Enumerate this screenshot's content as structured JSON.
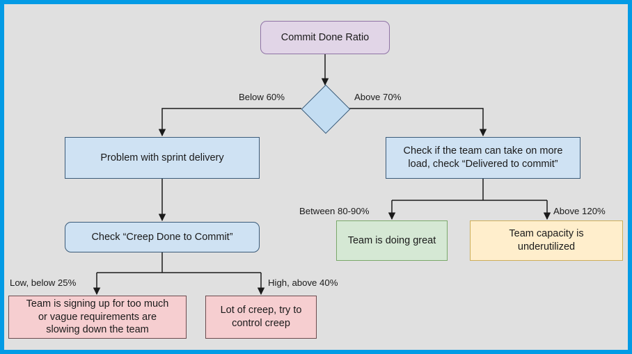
{
  "diagram": {
    "title": "Commit Done Ratio decision flowchart",
    "frame_color": "#039be5",
    "canvas_color": "#e0e0e0",
    "nodes": {
      "root": {
        "label": "Commit Done Ratio",
        "fill": "#e1d5e7",
        "stroke": "#8f73a5"
      },
      "decision": {
        "label": "",
        "fill": "#c3ddf2",
        "stroke": "#3a5a78"
      },
      "problem_delivery": {
        "label": "Problem with sprint delivery",
        "fill": "#cfe2f3",
        "stroke": "#3a5a78"
      },
      "check_more_load": {
        "line1": "Check if the team can take on more",
        "line2": "load, check “Delivered to commit”",
        "fill": "#cfe2f3",
        "stroke": "#3a5a78"
      },
      "check_creep": {
        "label": "Check “Creep Done to Commit”",
        "fill": "#cfe2f3",
        "stroke": "#3a5a78"
      },
      "doing_great": {
        "label": "Team is doing great",
        "fill": "#d5e8d4",
        "stroke": "#7aa86a"
      },
      "underutilized": {
        "line1": "Team capacity is",
        "line2": "underutilized",
        "fill": "#ffeecc",
        "stroke": "#cdae5a"
      },
      "signing_up_too_much": {
        "line1": "Team is signing up for too much",
        "line2": "or vague requirements are",
        "line3": "slowing down the team",
        "fill": "#f6ced0",
        "stroke": "#6b4a4d"
      },
      "control_creep": {
        "line1": "Lot of creep, try to",
        "line2": "control creep",
        "fill": "#f6ced0",
        "stroke": "#6b4a4d"
      }
    },
    "edge_labels": {
      "below_60": "Below 60%",
      "above_70": "Above 70%",
      "between_80_90": "Between 80-90%",
      "above_120": "Above 120%",
      "low_below_25": "Low, below 25%",
      "high_above_40": "High, above 40%"
    }
  }
}
